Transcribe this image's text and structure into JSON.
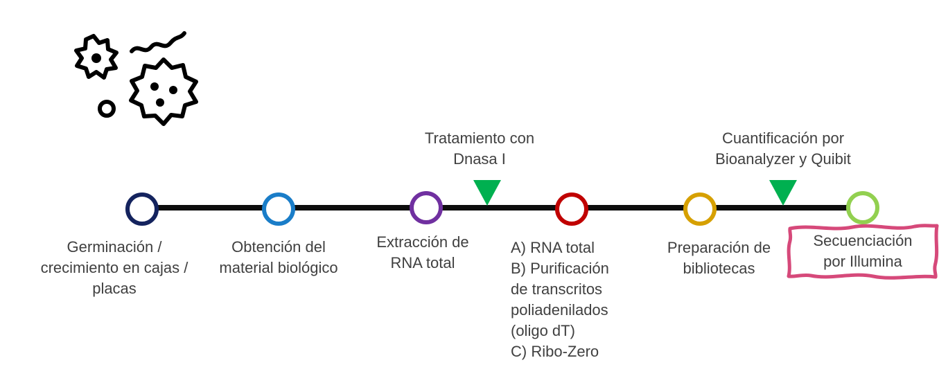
{
  "icon": {
    "name": "microorganisms-icon"
  },
  "colors": {
    "line": "#0d0d0d",
    "marker": "#00b050",
    "highlight_border": "#d6497a",
    "nodes": [
      "#14235e",
      "#1a7dc8",
      "#7030a0",
      "#c00000",
      "#d6a000",
      "#92d050"
    ]
  },
  "markers": [
    {
      "label": "Tratamiento con\nDnasa I"
    },
    {
      "label": "Cuantificación por\nBioanalyzer y Quibit"
    }
  ],
  "steps": [
    {
      "label": "Germinación /\ncrecimiento en cajas /\nplacas"
    },
    {
      "label": "Obtención del\nmaterial biológico"
    },
    {
      "label": "Extracción de\nRNA total"
    },
    {
      "label": "A) RNA total\nB) Purificación\nde transcritos\npoliadenilados\n(oligo dT)\nC) Ribo-Zero"
    },
    {
      "label": "Preparación de\nbibliotecas"
    },
    {
      "label": "Secuenciación\npor Illumina"
    }
  ]
}
